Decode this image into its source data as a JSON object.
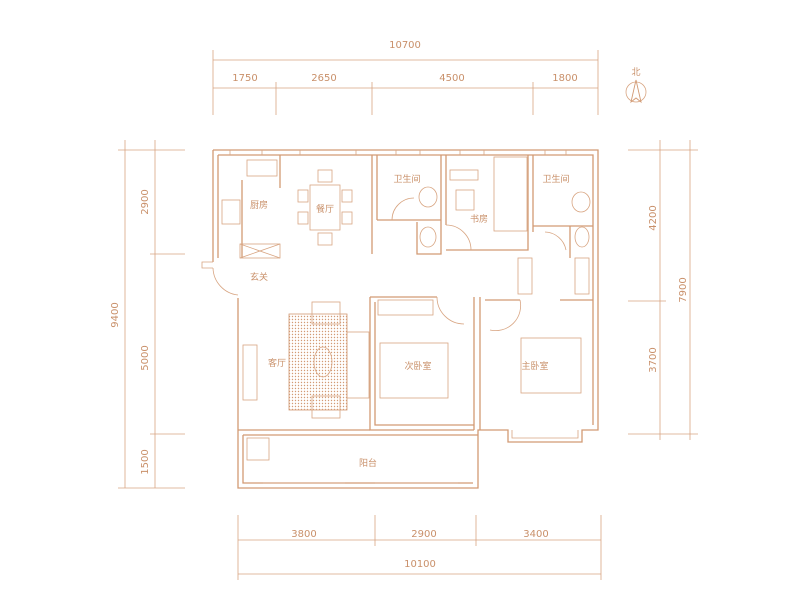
{
  "color": "#d29a74",
  "dimensions": {
    "top_total": "10700",
    "top_segments": [
      "1750",
      "2650",
      "4500",
      "1800"
    ],
    "left_total": "9400",
    "left_segments": [
      "2900",
      "5000",
      "1500"
    ],
    "right_total": "7900",
    "right_segments": [
      "4200",
      "3700"
    ],
    "bottom_total": "10100",
    "bottom_segments": [
      "3800",
      "2900",
      "3400"
    ]
  },
  "compass": {
    "label": "北"
  },
  "rooms": {
    "kitchen": "厨房",
    "dining": "餐厅",
    "bath1": "卫生间",
    "study": "书房",
    "bath2": "卫生间",
    "entry": "玄关",
    "living": "客厅",
    "second_bedroom": "次卧室",
    "master_bedroom": "主卧室",
    "balcony": "阳台"
  }
}
